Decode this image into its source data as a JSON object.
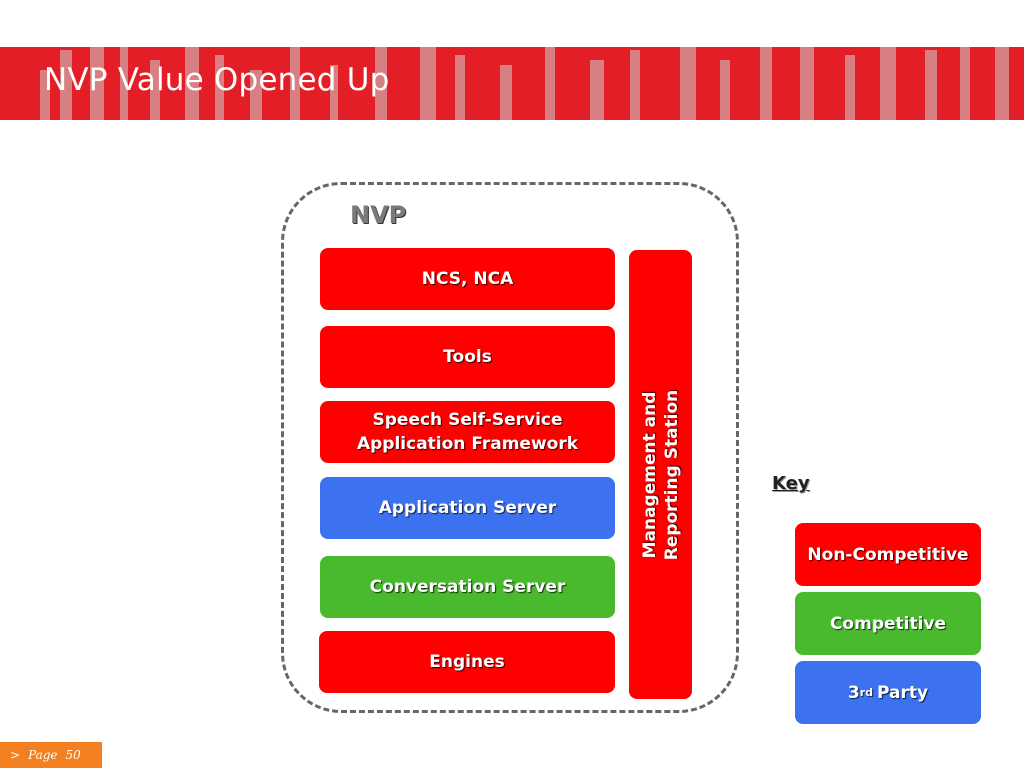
{
  "header": {
    "title": "NVP Value Opened Up",
    "band_color": "#e31e26"
  },
  "diagram": {
    "container_label": "NVP",
    "blocks": [
      {
        "label": "NCS, NCA",
        "category": "Non-Competitive",
        "color": "#fe0000"
      },
      {
        "label": "Tools",
        "category": "Non-Competitive",
        "color": "#fe0000"
      },
      {
        "label": "Speech Self-Service\nApplication Framework",
        "category": "Non-Competitive",
        "color": "#fe0000"
      },
      {
        "label": "Application Server",
        "category": "3rd Party",
        "color": "#3c72f0"
      },
      {
        "label": "Conversation Server",
        "category": "Competitive",
        "color": "#49b92e"
      },
      {
        "label": "Engines",
        "category": "Non-Competitive",
        "color": "#fe0000"
      }
    ],
    "side_bar": {
      "label": "Management and\nReporting Station",
      "color": "#fe0000"
    }
  },
  "key": {
    "title": "Key",
    "items": [
      {
        "label": "Non-Competitive",
        "color": "#fe0000"
      },
      {
        "label": "Competitive",
        "color": "#49b92e"
      },
      {
        "label_main": "3",
        "label_sup": "rd",
        "label_rest": "Party",
        "color": "#3c72f0"
      }
    ]
  },
  "footer": {
    "arrow": ">",
    "page_word": "Page",
    "page_number": "50",
    "color": "#f47f20"
  }
}
